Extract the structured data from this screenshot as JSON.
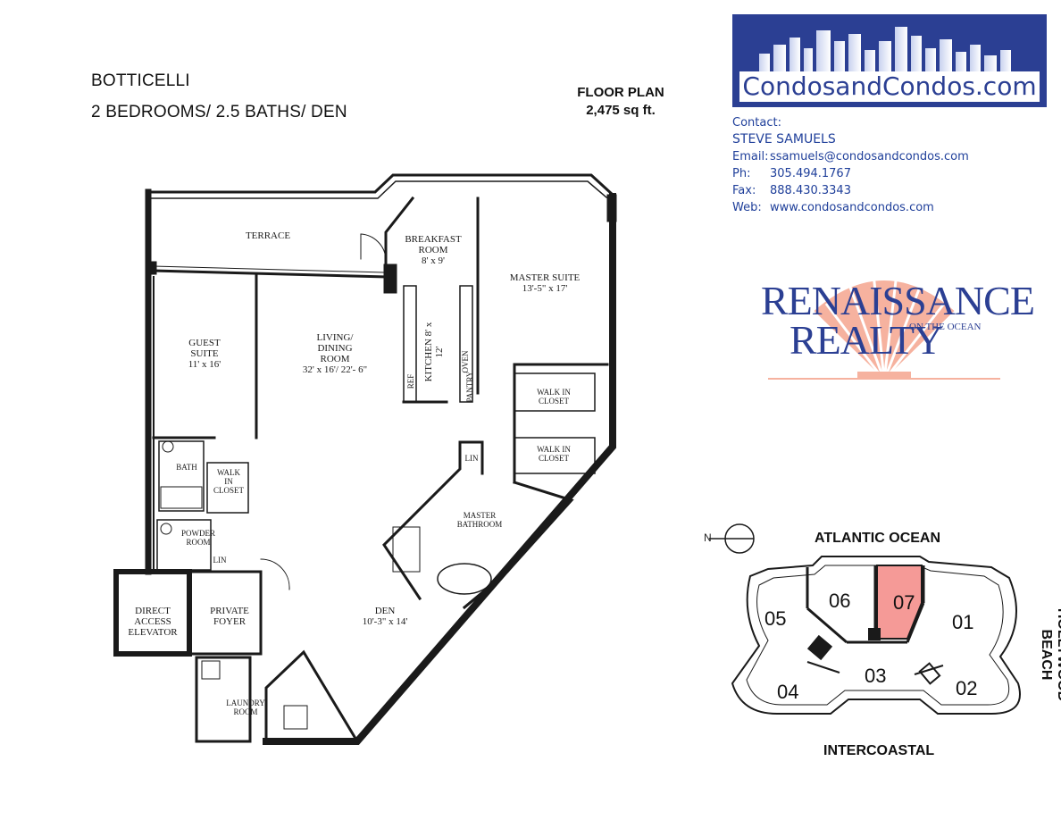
{
  "header": {
    "building": "BOTTICELLI",
    "unit_type": "2 BEDROOMS/ 2.5 BATHS/ DEN",
    "floor_plan_label": "FLOOR PLAN",
    "sqft": "2,475 sq ft."
  },
  "logo": {
    "site_name": "CondosandCondos.com",
    "brand_bg": "#2b3f93"
  },
  "contact": {
    "heading": "Contact:",
    "name": "STEVE SAMUELS",
    "email_label": "Email:",
    "email": "ssamuels@condosandcondos.com",
    "phone_label": "Ph:",
    "phone": "305.494.1767",
    "fax_label": "Fax:",
    "fax": "888.430.3343",
    "web_label": "Web:",
    "web": "www.condosandcondos.com"
  },
  "realty_logo": {
    "line1": "RENAISSANCE",
    "line2": "REALTY",
    "tagline": "ON THE OCEAN",
    "text_color": "#2b3f93",
    "shell_color": "#f4a58e"
  },
  "rooms": {
    "terrace": "TERRACE",
    "breakfast": "BREAKFAST",
    "breakfast2": "ROOM",
    "breakfast_dim": "8' x 9'",
    "master_suite": "MASTER SUITE",
    "master_suite_dim": "13'-5\" x 17'",
    "guest": "GUEST",
    "guest2": "SUITE",
    "guest_dim": "11' x 16'",
    "living": "LIVING/",
    "living2": "DINING",
    "living3": "ROOM",
    "living_dim": "32' x 16'/ 22'- 6\"",
    "kitchen": "KITCHEN",
    "kitchen_dim": "8' x 12'",
    "walk_in_closet_1": "WALK IN",
    "walk_in_closet_1b": "CLOSET",
    "walk_in_closet_2": "WALK IN",
    "walk_in_closet_2b": "CLOSET",
    "bath": "BATH",
    "walk_in_small": "WALK",
    "walk_in_small2": "IN",
    "walk_in_small3": "CLOSET",
    "lin1": "LIN",
    "lin2": "LIN",
    "master_bath": "MASTER",
    "master_bath2": "BATHROOM",
    "powder": "POWDER",
    "powder2": "ROOM",
    "direct": "DIRECT",
    "direct2": "ACCESS",
    "direct3": "ELEVATOR",
    "foyer": "PRIVATE",
    "foyer2": "FOYER",
    "den": "DEN",
    "den_dim": "10'-3\" x 14'",
    "laundry": "LAUNDRY",
    "laundry2": "ROOM",
    "ref": "REF",
    "oven": "OVEN",
    "pantry": "PANTRY"
  },
  "site_map": {
    "north": "N",
    "top": "ATLANTIC OCEAN",
    "bottom": "INTERCOASTAL",
    "right": "HOLLYWOOD BEACH",
    "units": [
      "05",
      "06",
      "07",
      "01",
      "04",
      "03",
      "02"
    ],
    "highlighted_unit": "07",
    "highlight_color": "#f59a97"
  }
}
